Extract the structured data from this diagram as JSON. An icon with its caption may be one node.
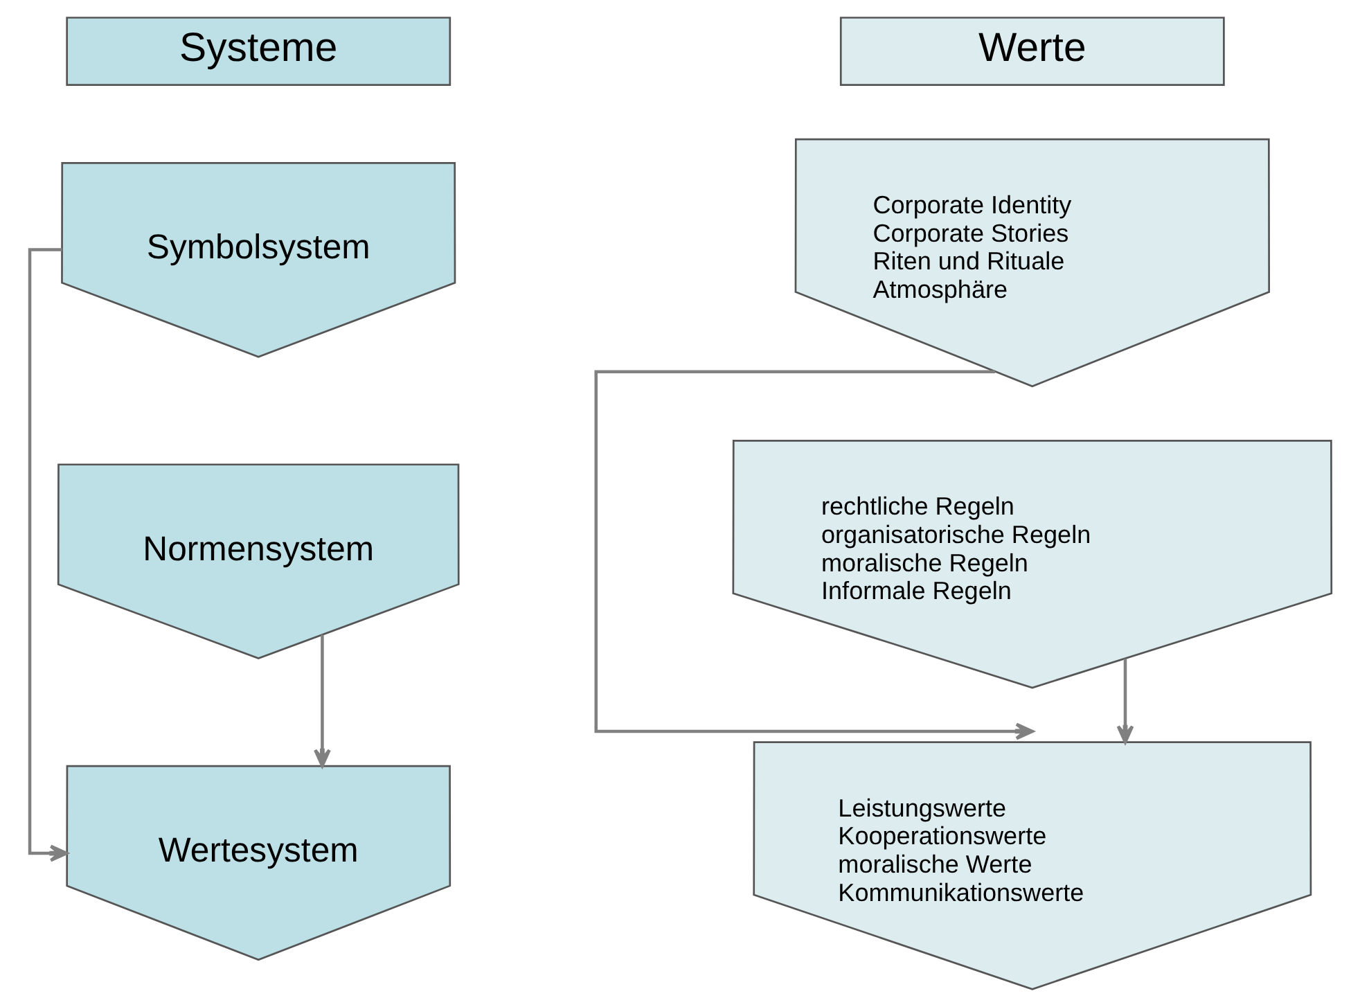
{
  "diagram": {
    "nodes": [
      {
        "text": [
          "Systeme"
        ]
      },
      {
        "text": [
          "Werte"
        ]
      },
      {
        "text": [
          "Symbolsystem"
        ]
      },
      {
        "text": [
          "Normensystem"
        ]
      },
      {
        "text": [
          "Wertesystem"
        ]
      },
      {
        "text": [
          "Corporate Identity",
          "Corporate Stories",
          "Riten und Rituale",
          "Atmosphäre"
        ]
      },
      {
        "text": [
          "rechtliche Regeln",
          "organisatorische Regeln",
          "moralische Regeln",
          "Informale Regeln"
        ]
      },
      {
        "text": [
          "Leistungswerte",
          "Kooperationswerte",
          "moralische Werte",
          "Kommunikationswerte"
        ]
      }
    ],
    "edges": [
      {
        "from": 2,
        "to": 4,
        "arrow": "to"
      },
      {
        "from": 3,
        "to": 4,
        "arrow": "to"
      },
      {
        "from": 5,
        "to": 7,
        "arrow": "to"
      },
      {
        "from": 6,
        "to": 7,
        "arrow": "to"
      }
    ]
  }
}
